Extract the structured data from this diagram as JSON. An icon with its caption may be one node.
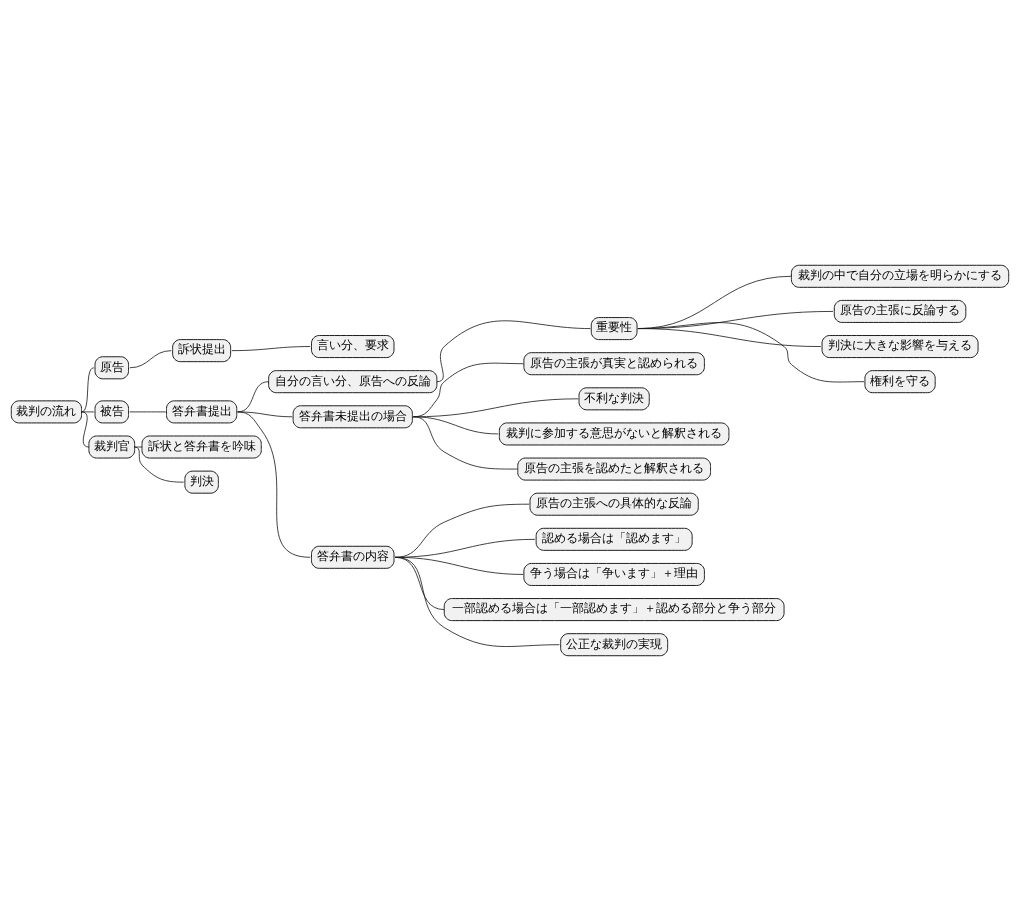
{
  "diagram": {
    "nodes": [
      {
        "text": [
          "裁判の流れ"
        ]
      },
      {
        "text": [
          "原告"
        ]
      },
      {
        "text": [
          "訴状提出"
        ]
      },
      {
        "text": [
          "言い分、要求"
        ]
      },
      {
        "text": [
          "被告"
        ]
      },
      {
        "text": [
          "答弁書提出"
        ]
      },
      {
        "text": [
          "自分の言い分、原告への反論"
        ]
      },
      {
        "text": [
          "重要性"
        ]
      },
      {
        "text": [
          "裁判の中で自分の立場を明らかにする"
        ]
      },
      {
        "text": [
          "原告の主張に反論する"
        ]
      },
      {
        "text": [
          "判決に大きな影響を与える"
        ]
      },
      {
        "text": [
          "権利を守る"
        ]
      },
      {
        "text": [
          "答弁書未提出の場合"
        ]
      },
      {
        "text": [
          "原告の主張が真実と認められる"
        ]
      },
      {
        "text": [
          "不利な判決"
        ]
      },
      {
        "text": [
          "裁判に参加する意思がないと解釈される"
        ]
      },
      {
        "text": [
          "原告の主張を認めたと解釈される"
        ]
      },
      {
        "text": [
          "答弁書の内容"
        ]
      },
      {
        "text": [
          "原告の主張への具体的な反論"
        ]
      },
      {
        "text": [
          "認める場合は「認めます」"
        ]
      },
      {
        "text": [
          "争う場合は「争います」＋理由"
        ]
      },
      {
        "text": [
          "一部認める場合は「一部認めます」＋認める部分と争う部分"
        ]
      },
      {
        "text": [
          "公正な裁判の実現"
        ]
      },
      {
        "text": [
          "裁判官"
        ]
      },
      {
        "text": [
          "訴状と答弁書を吟味"
        ]
      },
      {
        "text": [
          "判決"
        ]
      }
    ],
    "edges": [
      {
        "from": 0,
        "to": 1,
        "arrow": "none"
      },
      {
        "from": 1,
        "to": 2,
        "arrow": "none"
      },
      {
        "from": 2,
        "to": 3,
        "arrow": "none"
      },
      {
        "from": 0,
        "to": 4,
        "arrow": "none"
      },
      {
        "from": 4,
        "to": 5,
        "arrow": "none"
      },
      {
        "from": 5,
        "to": 6,
        "arrow": "none"
      },
      {
        "from": 6,
        "to": 7,
        "arrow": "none"
      },
      {
        "from": 7,
        "to": 8,
        "arrow": "none"
      },
      {
        "from": 7,
        "to": 9,
        "arrow": "none"
      },
      {
        "from": 7,
        "to": 10,
        "arrow": "none"
      },
      {
        "from": 7,
        "to": 11,
        "arrow": "none"
      },
      {
        "from": 5,
        "to": 12,
        "arrow": "none"
      },
      {
        "from": 12,
        "to": 13,
        "arrow": "none"
      },
      {
        "from": 12,
        "to": 14,
        "arrow": "none"
      },
      {
        "from": 12,
        "to": 15,
        "arrow": "none"
      },
      {
        "from": 12,
        "to": 16,
        "arrow": "none"
      },
      {
        "from": 5,
        "to": 17,
        "arrow": "none"
      },
      {
        "from": 17,
        "to": 18,
        "arrow": "none"
      },
      {
        "from": 17,
        "to": 19,
        "arrow": "none"
      },
      {
        "from": 17,
        "to": 20,
        "arrow": "none"
      },
      {
        "from": 17,
        "to": 21,
        "arrow": "none"
      },
      {
        "from": 17,
        "to": 22,
        "arrow": "none"
      },
      {
        "from": 0,
        "to": 23,
        "arrow": "none"
      },
      {
        "from": 23,
        "to": 24,
        "arrow": "none"
      },
      {
        "from": 23,
        "to": 25,
        "arrow": "none"
      }
    ]
  }
}
